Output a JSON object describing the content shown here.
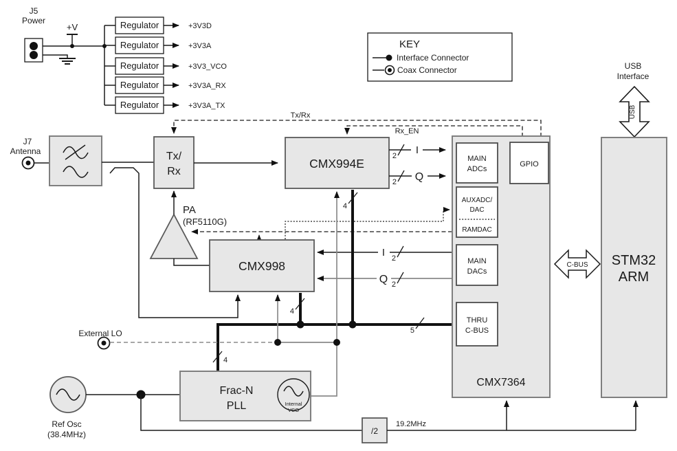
{
  "colors": {
    "background": "#ffffff",
    "block_fill": "#e7e7e7",
    "block_border": "#7f7f7f",
    "subblock_fill": "#ffffff",
    "subblock_border": "#4d4d4d",
    "wire": "#1a1a1a",
    "wire_gray": "#8a8a8a"
  },
  "power": {
    "connector_name": "J5",
    "connector_caption": "Power",
    "input_rail": "+V",
    "regulator_label": "Regulator",
    "rails": [
      "+3V3D",
      "+3V3A",
      "+3V3_VCO",
      "+3V3A_RX",
      "+3V3A_TX"
    ]
  },
  "key": {
    "title": "KEY",
    "interface_connector": "Interface Connector",
    "coax_connector": "Coax Connector"
  },
  "usb": {
    "caption_line1": "USB",
    "caption_line2": "Interface",
    "arrow_label": "USB"
  },
  "antenna": {
    "connector_name": "J7",
    "caption": "Antenna"
  },
  "blocks": {
    "txrx_line1": "Tx/",
    "txrx_line2": "Rx",
    "cmx994e": "CMX994E",
    "cmx998": "CMX998",
    "cmx7364": "CMX7364",
    "stm32_line1": "STM32",
    "stm32_line2": "ARM",
    "pa_name": "PA",
    "pa_part": "(RF5110G)",
    "fracn_line1": "Frac-N",
    "fracn_line2": "PLL",
    "vco_line1": "Internal",
    "vco_line2": "VCO",
    "divider": "/2",
    "main_adcs_line1": "MAIN",
    "main_adcs_line2": "ADCs",
    "gpio": "GPIO",
    "auxadc_line1": "AUXADC/",
    "auxadc_line2": "DAC",
    "auxadc_line3": "RAMDAC",
    "main_dacs_line1": "MAIN",
    "main_dacs_line2": "DACs",
    "thru_line1": "THRU",
    "thru_line2": "C-BUS"
  },
  "signals": {
    "txrx": "Tx/Rx",
    "rx_en": "Rx_EN",
    "i": "I",
    "q": "Q",
    "cbus": "C-BUS",
    "external_lo": "External LO",
    "clock": "19.2MHz",
    "bus_2": "2",
    "bus_4": "4",
    "bus_5": "5"
  },
  "ref_osc": {
    "caption_line1": "Ref Osc",
    "caption_line2": "(38.4MHz)"
  }
}
